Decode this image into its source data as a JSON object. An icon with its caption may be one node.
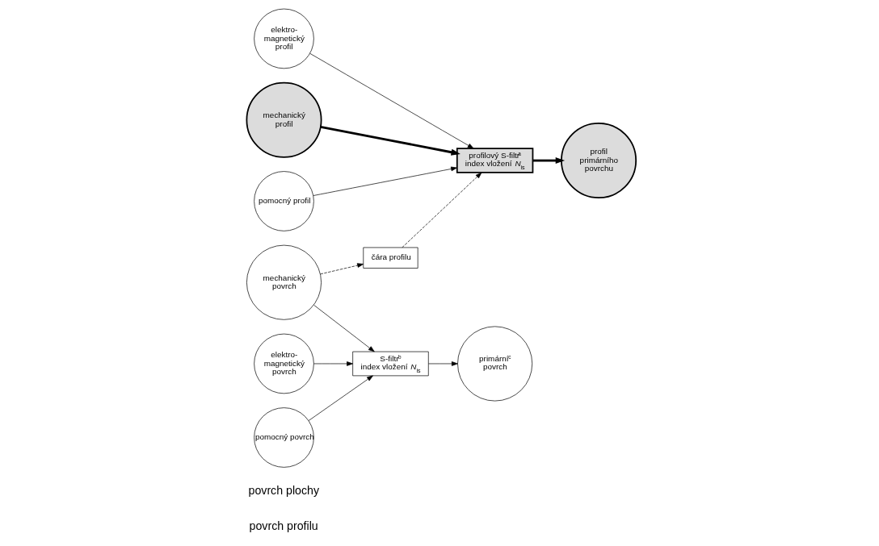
{
  "diagram": {
    "nodes": [
      {
        "text": [
          "elektro-magnetický profil"
        ]
      },
      {
        "text": [
          "mechanický profil"
        ]
      },
      {
        "text": [
          "pomocný profil"
        ]
      },
      {
        "text": [
          "profilový S-filtr$^{a}$",
          "index vložení *N*$_{is}$"
        ]
      },
      {
        "text": [
          "profil primárního povrchu"
        ]
      },
      {
        "text": [
          "elektro-magnetický povrch"
        ]
      },
      {
        "text": [
          "mechanický povrch"
        ]
      },
      {
        "text": [
          "pomocný povrch"
        ]
      },
      {
        "text": [
          "S-filtr$^{b}$",
          "index vložení *N*$_{is}$"
        ]
      },
      {
        "text": [
          "primární$^{c}$ povrch"
        ]
      },
      {
        "text": [
          "čára profilu"
        ]
      }
    ],
    "edges": [
      {
        "from": 0,
        "to": 3,
        "arrow": "to"
      },
      {
        "from": 1,
        "to": 3,
        "arrow": "to",
        "style": "thick"
      },
      {
        "from": 2,
        "to": 3,
        "arrow": "to"
      },
      {
        "from": 3,
        "to": 4,
        "arrow": "to",
        "style": "thick"
      },
      {
        "from": 5,
        "to": 8,
        "arrow": "to"
      },
      {
        "from": 6,
        "to": 8,
        "arrow": "to"
      },
      {
        "from": 7,
        "to": 8,
        "arrow": "to"
      },
      {
        "from": 8,
        "to": 9,
        "arrow": "to"
      },
      {
        "from": 6,
        "to": 10,
        "arrow": "to",
        "style": "dashed"
      },
      {
        "from": 10,
        "to": 3,
        "arrow": "to",
        "style": "dashed"
      }
    ],
    "labels": [
      "povrch profilu",
      "povrch plochy"
    ]
  }
}
